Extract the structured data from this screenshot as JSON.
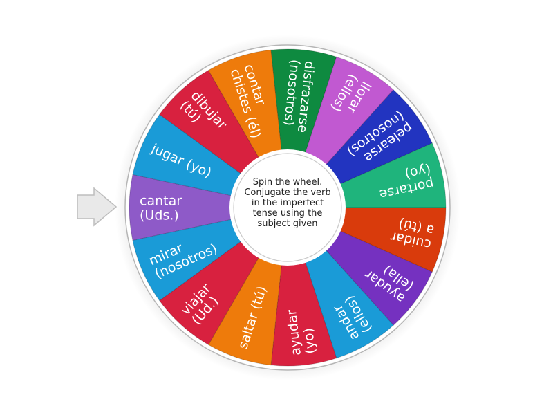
{
  "wheel": {
    "center_text_lines": [
      "Spin the wheel.",
      "Conjugate the verb",
      "in the imperfect",
      "tense using the",
      "subject given"
    ],
    "segments": [
      {
        "lines": [
          "cantar",
          "(Uds.)"
        ],
        "color": "#8E5AC8"
      },
      {
        "lines": [
          "jugar (yo)"
        ],
        "color": "#1A9BD7"
      },
      {
        "lines": [
          "dibujar",
          "(tú)"
        ],
        "color": "#D8213F"
      },
      {
        "lines": [
          "contar",
          "chistes (él)"
        ],
        "color": "#EE7B0B"
      },
      {
        "lines": [
          "disfrazarse",
          "(nosotros)"
        ],
        "color": "#0E8A40"
      },
      {
        "lines": [
          "llorar",
          "(ellos)"
        ],
        "color": "#C159D1"
      },
      {
        "lines": [
          "pelearse",
          "(nosotros)"
        ],
        "color": "#2234C0"
      },
      {
        "lines": [
          "portarse",
          "(yo)"
        ],
        "color": "#1FB47C"
      },
      {
        "lines": [
          "cuidar",
          "a (tú)"
        ],
        "color": "#D93B0C"
      },
      {
        "lines": [
          "ayudar",
          "(ella)"
        ],
        "color": "#7531C0"
      },
      {
        "lines": [
          "andar",
          "(ellos)"
        ],
        "color": "#1A9BD7"
      },
      {
        "lines": [
          "ayudar",
          "(yo)"
        ],
        "color": "#D8213F"
      },
      {
        "lines": [
          "saltar (tú)"
        ],
        "color": "#EE7B0B"
      },
      {
        "lines": [
          "viajar",
          "(Ud.)"
        ],
        "color": "#D8213F"
      },
      {
        "lines": [
          "mirar",
          "(nosotros)"
        ],
        "color": "#1A9BD7"
      }
    ]
  },
  "pointer": {
    "icon": "arrow-right-icon",
    "color": "#E8E8E8"
  }
}
